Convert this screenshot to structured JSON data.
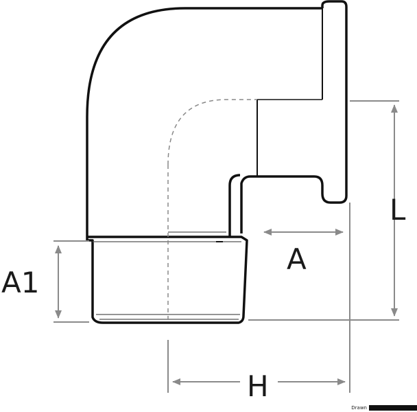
{
  "labels": {
    "L": "L",
    "A": "A",
    "A1": "A1",
    "H": "H"
  },
  "footer": {
    "drawn": "Drawn"
  },
  "colors": {
    "outline": "#111111",
    "dimension": "#8a8a8a"
  }
}
